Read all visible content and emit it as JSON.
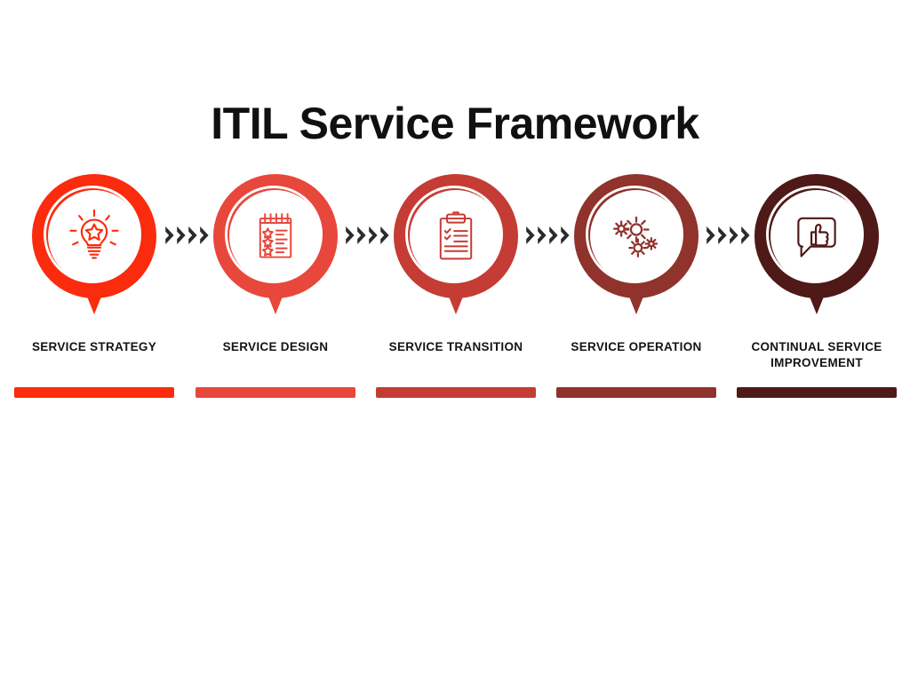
{
  "title": "ITIL Service Framework",
  "background_color": "#ffffff",
  "title_color": "#101010",
  "label_color": "#141414",
  "chevron_color": "#2b2b2b",
  "chevrons_per_connector": 4,
  "connectors": [
    {
      "name": "connector-1",
      "glyph": "chevrons-right"
    },
    {
      "name": "connector-2",
      "glyph": "chevrons-right"
    },
    {
      "name": "connector-3",
      "glyph": "chevrons-right"
    },
    {
      "name": "connector-4",
      "glyph": "chevrons-right"
    }
  ],
  "stages": [
    {
      "label": "SERVICE STRATEGY",
      "color": "#fb2b0e",
      "bar_color": "#fb2b0e",
      "icon": "lightbulb-star-icon"
    },
    {
      "label": "SERVICE DESIGN",
      "color": "#e8473b",
      "bar_color": "#e8473b",
      "icon": "notepad-star-list-icon"
    },
    {
      "label": "SERVICE TRANSITION",
      "color": "#c43c33",
      "bar_color": "#c43c33",
      "icon": "clipboard-checklist-icon"
    },
    {
      "label": "SERVICE OPERATION",
      "color": "#8f332c",
      "bar_color": "#8f332c",
      "icon": "gears-icon"
    },
    {
      "label": "CONTINUAL SERVICE IMPROVEMENT",
      "color": "#4e1917",
      "bar_color": "#4e1917",
      "icon": "thumbs-up-speech-bubble-icon"
    }
  ]
}
